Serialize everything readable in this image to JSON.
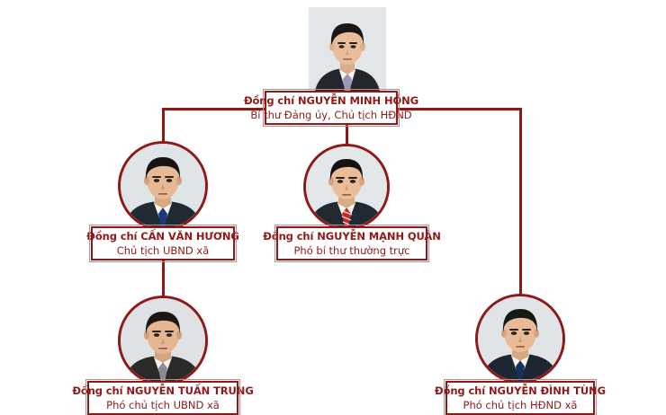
{
  "chart": {
    "type": "org-chart",
    "title": "",
    "background_color": "#ffffff",
    "accent_color": "#8d1a19",
    "text_color": "#8d1a19",
    "nodes": [
      {
        "id": "node-1",
        "name": "Đồng chí  NGUYỄN MINH HỒNG",
        "role": "Bí thư  Đảng ủy, Chủ tịch HĐND",
        "photo_shape": "rectangle",
        "level": 0
      },
      {
        "id": "node-2",
        "name": "Đồng chí  CẤN VĂN HƯƠNG",
        "role": "Chủ tịch UBND xã",
        "photo_shape": "circle",
        "level": 1
      },
      {
        "id": "node-3",
        "name": "Đồng chí  NGUYỄN MẠNH QUÂN",
        "role": "Phó bí thư thường trực",
        "photo_shape": "circle",
        "level": 1
      },
      {
        "id": "node-4",
        "name": "Đồng chí  NGUYỄN TUẤN TRUNG",
        "role": "Phó chủ tịch UBND xã",
        "photo_shape": "circle",
        "level": 2
      },
      {
        "id": "node-5",
        "name": "Đồng chí  NGUYỄN ĐÌNH TÙNG",
        "role": "Phó chủ tịch HĐND xã",
        "photo_shape": "circle",
        "level": 2
      }
    ]
  }
}
